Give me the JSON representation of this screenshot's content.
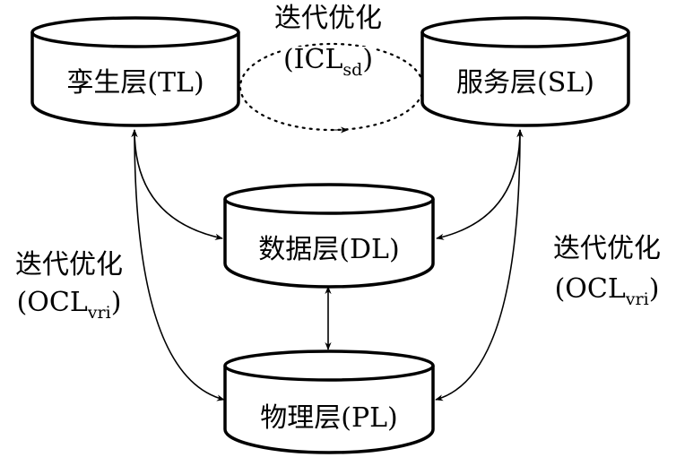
{
  "nodes": {
    "tl": "孪生层(TL)",
    "sl": "服务层(SL)",
    "dl": "数据层(DL)",
    "pl": "物理层(PL)"
  },
  "edges": {
    "top_title": "迭代优化",
    "top_sub_base": "(ICL",
    "top_sub_script": "sd",
    "top_sub_close": ")",
    "left_title": "迭代优化",
    "left_sub_base": "(OCL",
    "left_sub_script": "vri",
    "left_sub_close": ")",
    "right_title": "迭代优化",
    "right_sub_base": "(OCL",
    "right_sub_script": "vri",
    "right_sub_close": ")"
  }
}
